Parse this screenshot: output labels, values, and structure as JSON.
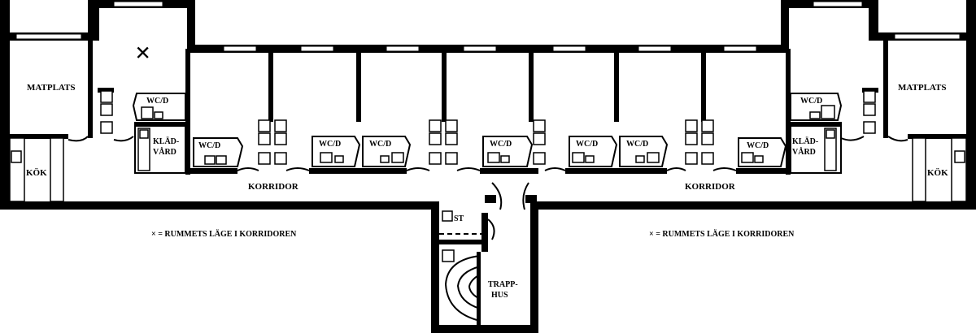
{
  "labels": {
    "matplats": "MATPLATS",
    "kok": "KÖK",
    "wcd": "WC/D",
    "klad": "KLÄD-",
    "vard": "VÅRD",
    "korridor": "KORRIDOR",
    "st": "ST",
    "trapp": "TRAPP-",
    "hus": "HUS",
    "room_mark": "×",
    "legend": "× = RUMMETS LÄGE I KORRIDOREN"
  }
}
